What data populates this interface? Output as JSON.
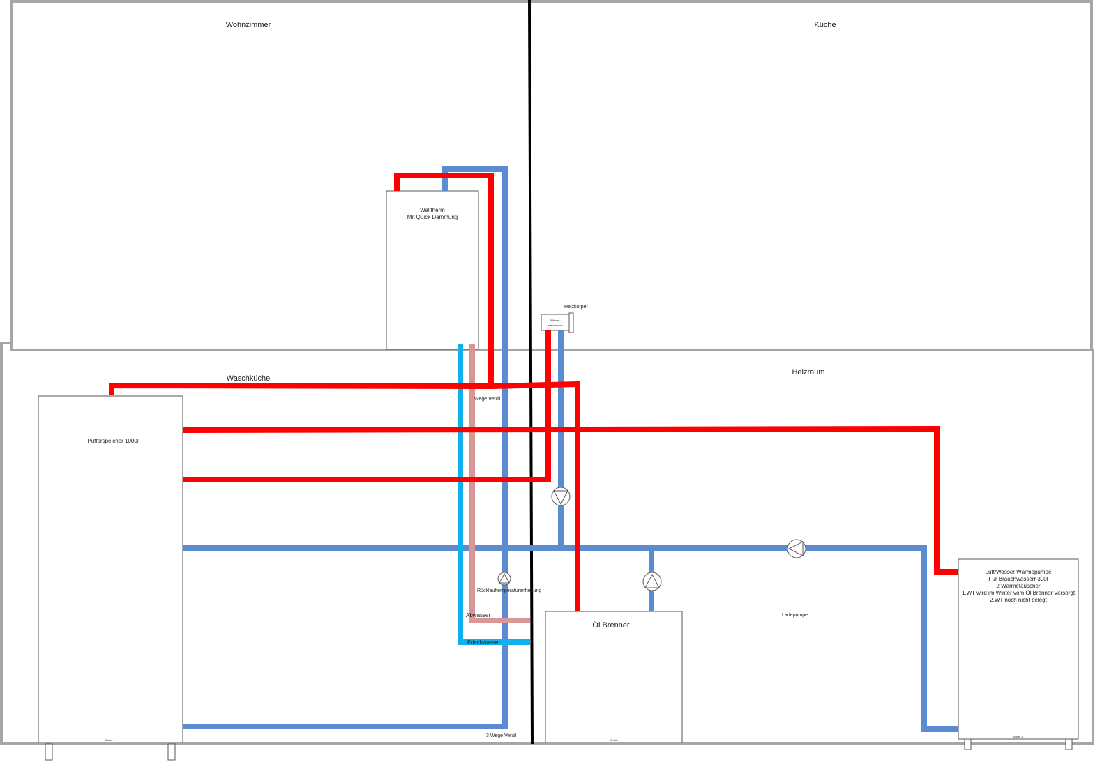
{
  "rooms": {
    "wohnzimmer": "Wohnzimmer",
    "kueche": "Küche",
    "waschkueche": "Waschküche",
    "heizraum": "Heizraum"
  },
  "devices": {
    "walltherm_line1": "Walltherm",
    "walltherm_line2": "Mit Quick Dämmung",
    "puffer": "Pufferspeicher 1000l",
    "puffer_small": "Boiler 1",
    "oel_brenner": "Öl Brenner",
    "oel_small": "Geräte",
    "waermetauscher_line1": "Wärme-",
    "waermetauscher_line2": "austauscher",
    "heizkoerper": "Heizkörper",
    "wp_lines": [
      "Luft/Wasser Wärmepumpe",
      "Für Brauchwasserr 300l",
      "2 Wärmetauscher",
      "1.WT wird im Winter vom Öl Brenner Versorgt",
      "2.WT noch nicht belegt"
    ],
    "wp_small": "Boiler 1"
  },
  "labels": {
    "wege_ventil": "Wege Ventil",
    "drei_wege_ventil": "3 Wege Ventil",
    "ruecklauf": "Rücklauftemperaturanhebung",
    "abwasser": "Abwasser",
    "frischwasser": "Frischwasser",
    "ladepumpe": "Ladepumpe"
  },
  "colors": {
    "hot": "#ff0000",
    "cold": "#5b8bd0",
    "fresh": "#10b0ec",
    "waste": "#d99694",
    "wall": "#a6a6a6"
  }
}
